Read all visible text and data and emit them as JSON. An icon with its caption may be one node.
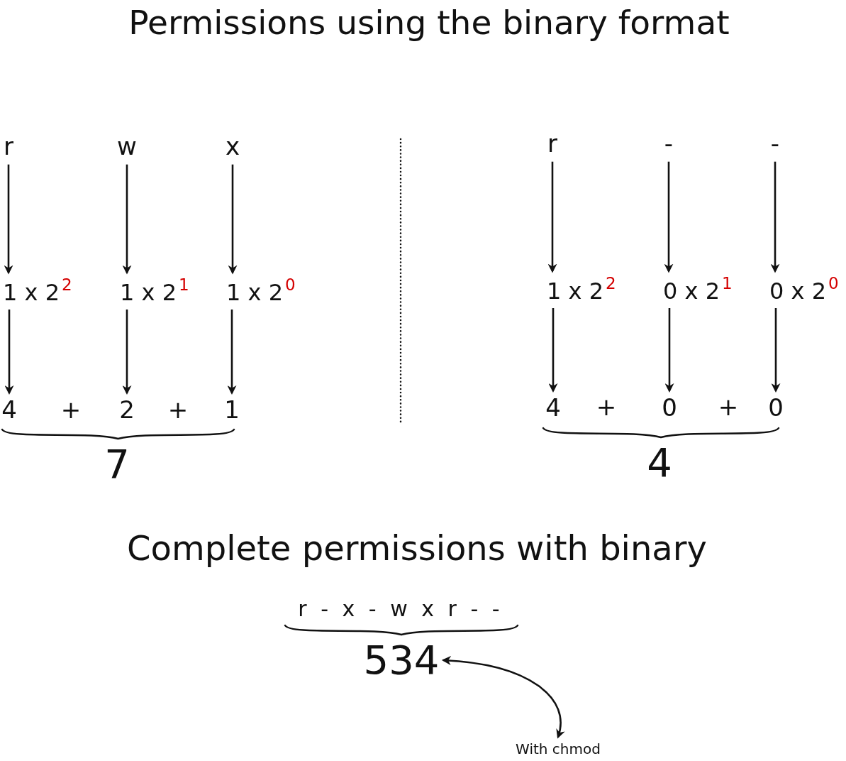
{
  "diagram": {
    "title": "Permissions using the binary format",
    "nodes": [
      {
        "text": [
          "r"
        ]
      },
      {
        "text": [
          "w"
        ]
      },
      {
        "text": [
          "x"
        ]
      },
      {
        "text": [
          "1 x 2$^{2}$"
        ]
      },
      {
        "text": [
          "1 x 2$^{1}$"
        ]
      },
      {
        "text": [
          "1 x 2$^{0}$"
        ]
      },
      {
        "text": [
          "4"
        ]
      },
      {
        "text": [
          "2"
        ]
      },
      {
        "text": [
          "1"
        ]
      },
      {
        "text": [
          "r"
        ]
      },
      {
        "text": [
          "-"
        ]
      },
      {
        "text": [
          "-"
        ]
      },
      {
        "text": [
          "1 x 2$^{2}$"
        ]
      },
      {
        "text": [
          "0 x 2$^{1}$"
        ]
      },
      {
        "text": [
          "0 x 2$^{0}$"
        ]
      },
      {
        "text": [
          "4"
        ]
      },
      {
        "text": [
          "0"
        ]
      },
      {
        "text": [
          "0"
        ]
      },
      {
        "text": [
          "534"
        ]
      },
      {
        "text": [
          "With chmod"
        ]
      }
    ],
    "edges": [
      {
        "from": 0,
        "to": 3,
        "arrow": "to"
      },
      {
        "from": 1,
        "to": 4,
        "arrow": "to"
      },
      {
        "from": 2,
        "to": 5,
        "arrow": "to"
      },
      {
        "from": 3,
        "to": 6,
        "arrow": "to"
      },
      {
        "from": 4,
        "to": 7,
        "arrow": "to"
      },
      {
        "from": 5,
        "to": 8,
        "arrow": "to"
      },
      {
        "from": 9,
        "to": 12,
        "arrow": "to"
      },
      {
        "from": 10,
        "to": 13,
        "arrow": "to"
      },
      {
        "from": 11,
        "to": 14,
        "arrow": "to"
      },
      {
        "from": 12,
        "to": 15,
        "arrow": "to"
      },
      {
        "from": 13,
        "to": 16,
        "arrow": "to"
      },
      {
        "from": 14,
        "to": 17,
        "arrow": "to"
      },
      {
        "from": 18,
        "to": 19,
        "arrow": "both"
      }
    ],
    "labels": [
      "+",
      "+",
      "+",
      "+",
      "7",
      "4",
      "Complete permissions with binary",
      "r - x - w x r - -"
    ]
  }
}
